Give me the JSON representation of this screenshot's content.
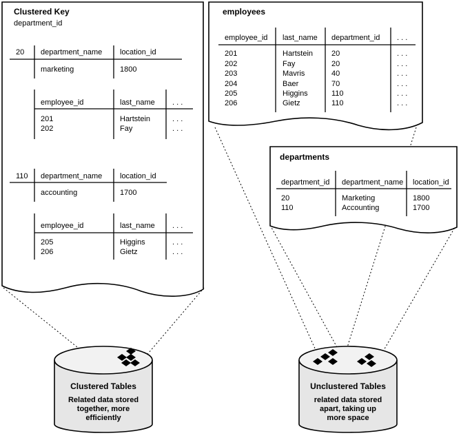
{
  "clustered_key": {
    "title": "Clustered Key",
    "subtitle": "department_id",
    "groups": [
      {
        "key": "20",
        "dept_headers": [
          "department_name",
          "location_id"
        ],
        "dept_values": [
          "marketing",
          "1800"
        ],
        "emp_headers": [
          "employee_id",
          "last_name",
          ". . ."
        ],
        "emp_rows": [
          [
            "201",
            "Hartstein",
            ". . ."
          ],
          [
            "202",
            "Fay",
            ". . ."
          ]
        ]
      },
      {
        "key": "110",
        "dept_headers": [
          "department_name",
          "location_id"
        ],
        "dept_values": [
          "accounting",
          "1700"
        ],
        "emp_headers": [
          "employee_id",
          "last_name",
          ". . ."
        ],
        "emp_rows": [
          [
            "205",
            "Higgins",
            ". . ."
          ],
          [
            "206",
            "Gietz",
            ". . ."
          ]
        ]
      }
    ]
  },
  "employees": {
    "title": "employees",
    "headers": [
      "employee_id",
      "last_name",
      "department_id",
      ". . ."
    ],
    "rows": [
      [
        "201",
        "Hartstein",
        "20",
        ". . ."
      ],
      [
        "202",
        "Fay",
        "20",
        ". . ."
      ],
      [
        "203",
        "Mavris",
        "40",
        ". . ."
      ],
      [
        "204",
        "Baer",
        "70",
        ". . ."
      ],
      [
        "205",
        "Higgins",
        "110",
        ". . ."
      ],
      [
        "206",
        "Gietz",
        "110",
        ". . ."
      ]
    ]
  },
  "departments": {
    "title": "departments",
    "headers": [
      "department_id",
      "department_name",
      "location_id"
    ],
    "rows": [
      [
        "20",
        "Marketing",
        "1800"
      ],
      [
        "110",
        "Accounting",
        "1700"
      ]
    ]
  },
  "clustered_cylinder": {
    "title": "Clustered Tables",
    "caption_lines": [
      "Related data stored",
      "together, more",
      "efficiently"
    ]
  },
  "unclustered_cylinder": {
    "title": "Unclustered Tables",
    "caption_lines": [
      "related data stored",
      "apart, taking up",
      "more space"
    ]
  }
}
